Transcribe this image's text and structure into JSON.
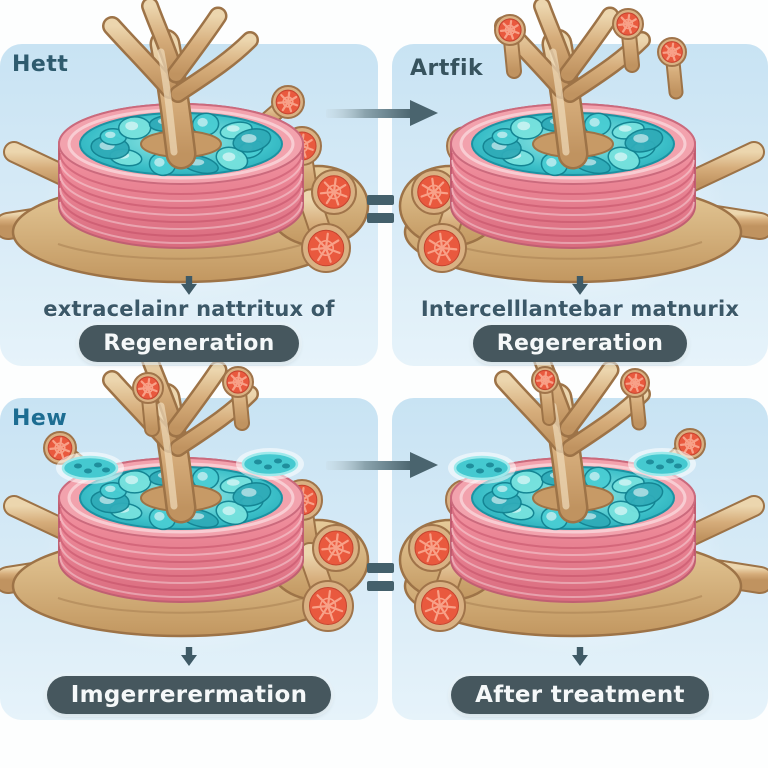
{
  "figure": {
    "description_visible": "Two-by-two comparison grid of intervertebral disc illustrations",
    "grid": {
      "rows": 2,
      "cols": 2
    }
  },
  "panels": [
    {
      "id": "top-left",
      "corner_label": "Hett",
      "caption": "extracelainr nattritux of",
      "button_label": "Regeneration"
    },
    {
      "id": "top-right",
      "corner_label": "Artfik",
      "caption": "Intercelllantebar matnurix",
      "button_label": "Regereration"
    },
    {
      "id": "bottom-left",
      "corner_label": "Hew",
      "caption": "",
      "button_label": "Imgerrerermation"
    },
    {
      "id": "bottom-right",
      "corner_label": "",
      "caption": "",
      "button_label": "After treatment"
    }
  ],
  "icons": {
    "between_columns": [
      "right-arrow-icon",
      "equals-icon"
    ],
    "above_captions": "down-arrow-icon"
  },
  "colors": {
    "panel_background": "#d8ebf7",
    "pill_background": "#46575e",
    "pill_text": "#f5f8f9",
    "caption_text": "#3b5868",
    "corner_label_text": "#2e5b6e",
    "arrow": "#4a646e",
    "annulus_pink": "#ee8b9a",
    "nucleus_teal": "#3bbfc8",
    "bone_tan": "#d3aa78",
    "cross_section_red": "#e9593e"
  }
}
